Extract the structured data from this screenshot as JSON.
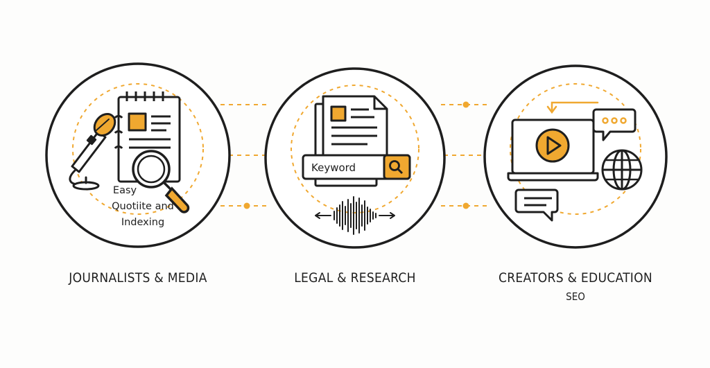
{
  "colors": {
    "accent": "#f0a830",
    "stroke": "#1e1e1e",
    "dash": "#f0a830",
    "background": "#fdfdfc"
  },
  "panels": [
    {
      "title": "JOURNALISTS & MEDIA",
      "icons": [
        "notebook-icon",
        "microphone-icon",
        "magnifier-icon"
      ],
      "inner_text": [
        "Easy",
        "Quotiite and",
        "Indexing"
      ]
    },
    {
      "title": "LEGAL & RESEARCH",
      "icons": [
        "document-stack-icon",
        "search-icon",
        "audio-waveform-icon"
      ],
      "search_placeholder": "Keyword"
    },
    {
      "title": "CREATORS & EDUCATION",
      "subtitle": "SEO",
      "icons": [
        "laptop-icon",
        "play-icon",
        "chat-bubble-icon",
        "globe-icon",
        "message-icon"
      ]
    }
  ]
}
